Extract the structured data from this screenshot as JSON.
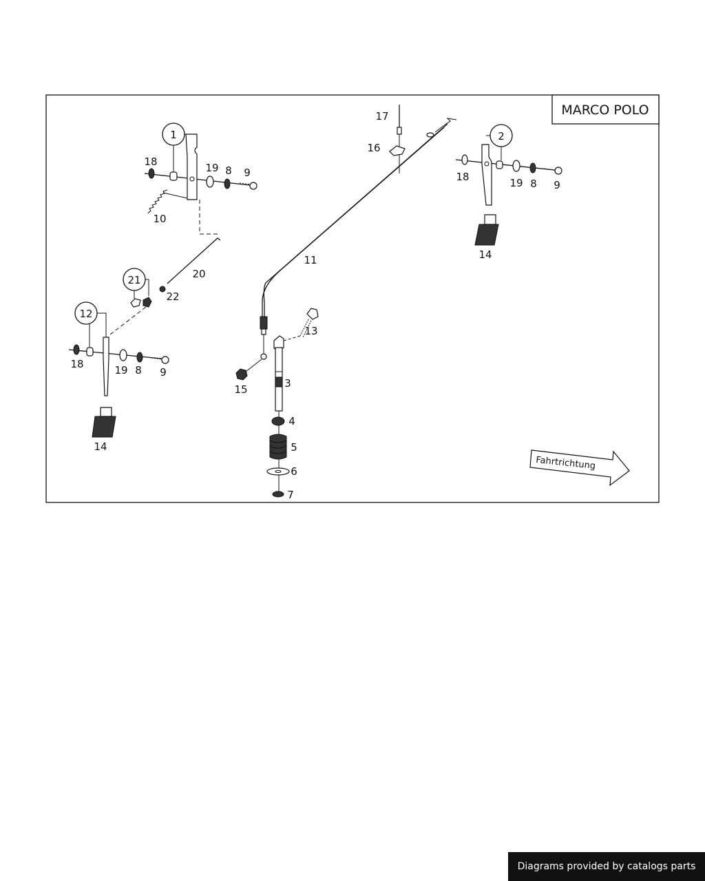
{
  "diagram": {
    "title": "MARCO POLO",
    "direction_label": "Fahrtrichtung",
    "circled_labels": [
      "1",
      "2",
      "12",
      "21"
    ],
    "labels": [
      "18",
      "19",
      "8",
      "9",
      "10",
      "20",
      "21",
      "22",
      "12",
      "18",
      "19",
      "8",
      "9",
      "14",
      "17",
      "16",
      "11",
      "13",
      "3",
      "15",
      "4",
      "5",
      "6",
      "7",
      "18",
      "19",
      "8",
      "9",
      "14"
    ]
  },
  "footer": {
    "text": "Diagrams provided by catalogs parts"
  }
}
